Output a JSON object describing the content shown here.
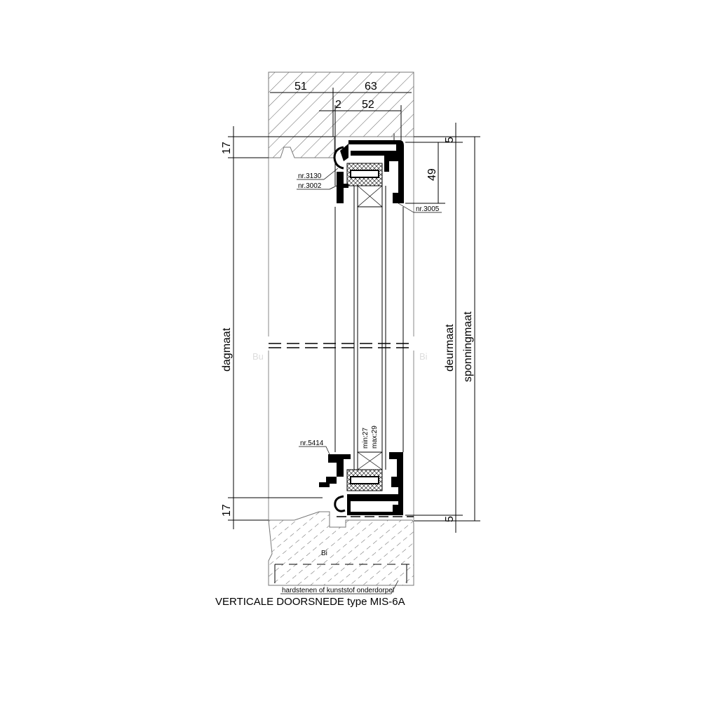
{
  "dimensions": {
    "top_left": "51",
    "top_right": "63",
    "gap": "2",
    "inner": "52",
    "right_small_top": "5",
    "right_49": "49",
    "right_small_bottom": "5",
    "left_top": "17",
    "left_bottom": "17"
  },
  "labels": {
    "dagmaat": "dagmaat",
    "deurmaat": "deurmaat",
    "sponningmaat": "sponningmaat",
    "glass_min": "min:27",
    "glass_max": "max:29",
    "part_3130": "nr.3130",
    "part_3002": "nr.3002",
    "part_3005": "nr.3005",
    "part_5414": "nr.5414",
    "sill": "hardstenen of kunststof onderdorpel",
    "sill_mark": "Bi"
  },
  "watermarks": {
    "left": "Bu",
    "right": "Bi"
  },
  "caption": "VERTICALE DOORSNEDE type  MIS-6A"
}
